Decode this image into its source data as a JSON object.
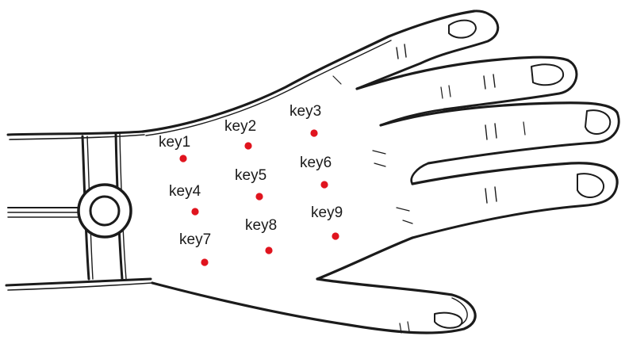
{
  "figure": {
    "keys": [
      {
        "id": "key1",
        "label": "key1"
      },
      {
        "id": "key2",
        "label": "key2"
      },
      {
        "id": "key3",
        "label": "key3"
      },
      {
        "id": "key4",
        "label": "key4"
      },
      {
        "id": "key5",
        "label": "key5"
      },
      {
        "id": "key6",
        "label": "key6"
      },
      {
        "id": "key7",
        "label": "key7"
      },
      {
        "id": "key8",
        "label": "key8"
      },
      {
        "id": "key9",
        "label": "key9"
      }
    ],
    "colors": {
      "dot": "#e0141e",
      "ink": "#1b1b1b",
      "background": "#ffffff"
    },
    "icons": {
      "wrist_device": "ring-button-icon"
    }
  }
}
